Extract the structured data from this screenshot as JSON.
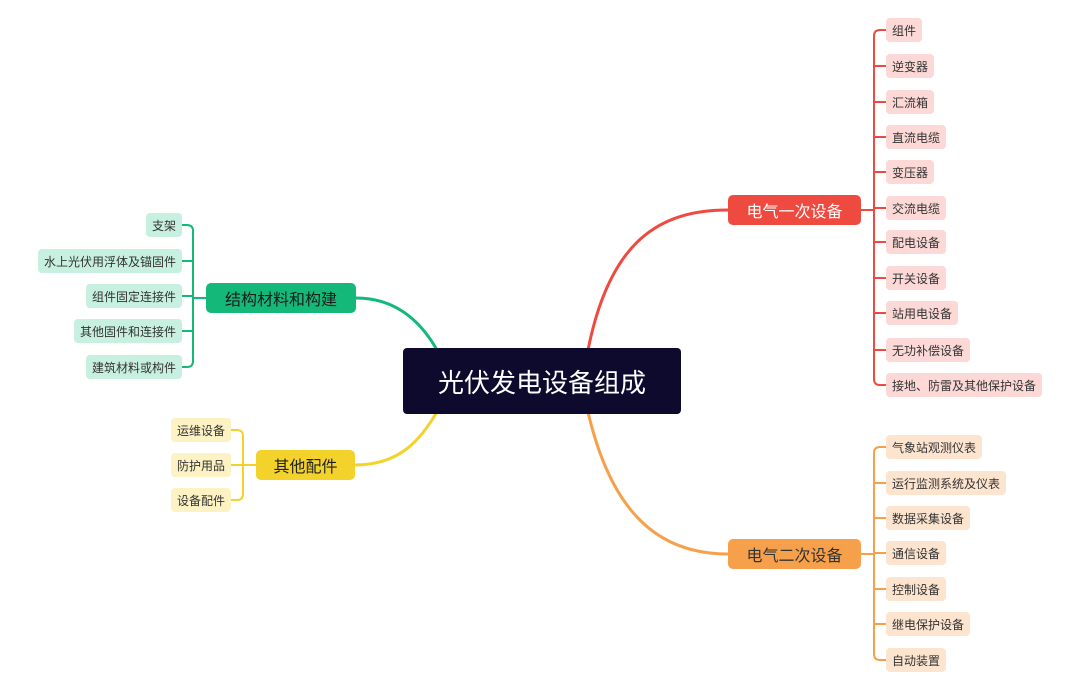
{
  "root": {
    "label": "光伏发电设备组成"
  },
  "branches": {
    "primary": {
      "label": "电气一次设备",
      "color": "#ef4a3f",
      "items": [
        "组件",
        "逆变器",
        "汇流箱",
        "直流电缆",
        "变压器",
        "交流电缆",
        "配电设备",
        "开关设备",
        "站用电设备",
        "无功补偿设备",
        "接地、防雷及其他保护设备"
      ]
    },
    "secondary": {
      "label": "电气二次设备",
      "color": "#f6a04b",
      "items": [
        "气象站观测仪表",
        "运行监测系统及仪表",
        "数据采集设备",
        "通信设备",
        "控制设备",
        "继电保护设备",
        "自动装置"
      ]
    },
    "structure": {
      "label": "结构材料和构建",
      "color": "#14b97a",
      "items": [
        "支架",
        "水上光伏用浮体及锚固件",
        "组件固定连接件",
        "其他固件和连接件",
        "建筑材料或构件"
      ]
    },
    "accessories": {
      "label": "其他配件",
      "color": "#f2d22b",
      "items": [
        "运维设备",
        "防护用品",
        "设备配件"
      ]
    }
  }
}
